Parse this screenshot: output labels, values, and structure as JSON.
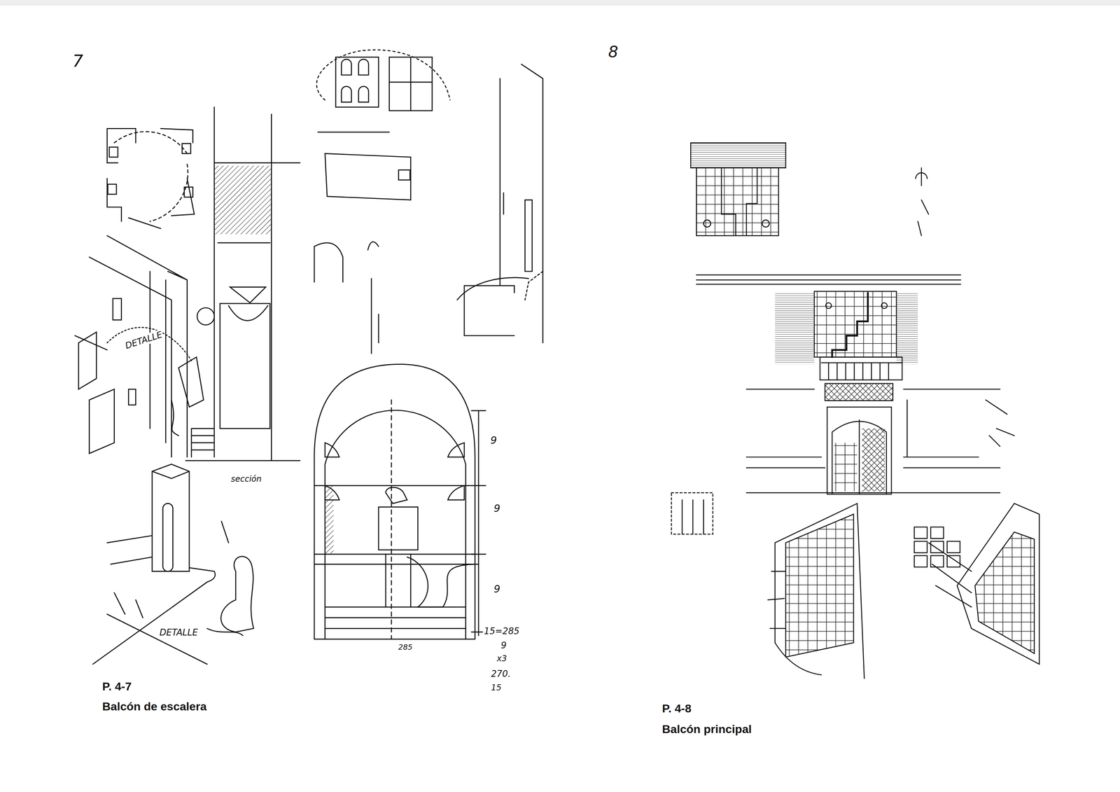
{
  "diagram": {
    "labels": [
      "7",
      "DETALLE",
      "sección",
      "9",
      "9",
      "9",
      "DETALLE",
      "15=285",
      "285",
      "9",
      "x3",
      "270.",
      "15",
      "P. 4-7",
      "Balcón de escalera",
      "8",
      "P. 4-8",
      "Balcón principal"
    ]
  }
}
